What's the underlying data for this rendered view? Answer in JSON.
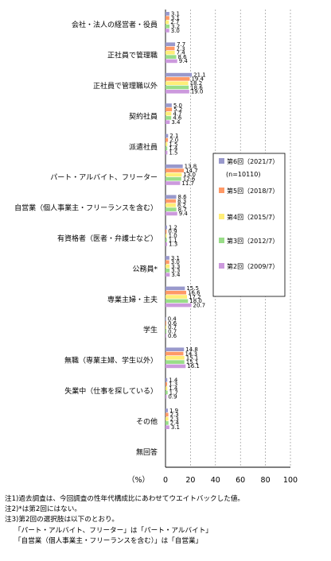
{
  "chart_data": {
    "type": "bar",
    "orientation": "horizontal",
    "categories": [
      "会社・法人の経営者・役員",
      "正社員で管理職",
      "正社員で管理職以外",
      "契約社員",
      "派遣社員",
      "パート・アルバイト、フリーター",
      "自営業（個人事業主・フリーランスを含む）",
      "有資格者（医者・弁護士など）",
      "公務員*",
      "専業主婦・主夫",
      "学生",
      "無職（専業主婦、学生以外）",
      "失業中（仕事を探している）",
      "その他",
      "無回答"
    ],
    "series": [
      {
        "name": "第6回（2021/7）",
        "color": "#9999cc",
        "values": [
          3.1,
          7.7,
          21.1,
          5.0,
          2.1,
          13.8,
          8.6,
          1.2,
          3.1,
          15.5,
          0.4,
          14.8,
          1.4,
          1.9,
          null
        ],
        "labels": [
          "3.1",
          "7.7",
          "21.1",
          "5.0",
          "2.1",
          "13.8",
          "8.6",
          "1.2",
          "3.1",
          "15.5",
          "0.4",
          "14.8",
          "1.4",
          "1.9",
          ""
        ]
      },
      {
        "name": "第5回（2018/7）",
        "color": "#ff9966",
        "values": [
          3.1,
          7.3,
          19.4,
          5.2,
          2.0,
          14.7,
          8.3,
          0.9,
          3.0,
          16.6,
          0.6,
          14.3,
          1.3,
          2.3,
          null
        ],
        "labels": [
          "3.1",
          "7.3",
          "19.4",
          "5.2",
          "2.0",
          "14.7",
          "8.3",
          "0.9",
          "3.0",
          "16.6",
          "0.6",
          "14.3",
          "1.3",
          "2.3",
          ""
        ]
      },
      {
        "name": "第4回（2015/7）",
        "color": "#ffee77",
        "values": [
          2.7,
          7.4,
          18.2,
          4.7,
          1.5,
          13.0,
          8.2,
          1.0,
          3.3,
          17.2,
          0.7,
          15.1,
          1.4,
          2.3,
          null
        ],
        "labels": [
          "2.7",
          "7.4",
          "18.2",
          "4.7",
          "1.5",
          "13.0",
          "8.2",
          "1.0",
          "3.3",
          "17.2",
          "0.7",
          "15.1",
          "1.4",
          "2.3",
          ""
        ]
      },
      {
        "name": "第3回（2012/7）",
        "color": "#99dd88",
        "values": [
          3.2,
          8.6,
          18.6,
          4.6,
          1.4,
          12.6,
          8.7,
          1.1,
          3.3,
          18.0,
          0.7,
          15.1,
          1.7,
          2.4,
          null
        ],
        "labels": [
          "3.2",
          "8.6",
          "18.6",
          "4.6",
          "1.4",
          "12.6",
          "8.7",
          "1.1",
          "3.3",
          "18.0",
          "0.7",
          "15.1",
          "1.7",
          "2.4",
          ""
        ]
      },
      {
        "name": "第2回（2009/7）",
        "color": "#cc99dd",
        "values": [
          3.0,
          9.4,
          19.0,
          3.4,
          1.5,
          11.7,
          9.4,
          1.3,
          3.4,
          20.7,
          0.6,
          16.1,
          0.9,
          3.1,
          null
        ],
        "labels": [
          "3.0",
          "9.4",
          "19.0",
          "3.4",
          "1.5",
          "11.7",
          "9.4",
          "1.3",
          "3.4",
          "20.7",
          "0.6",
          "16.1",
          "0.9",
          "3.1",
          ""
        ]
      }
    ],
    "legend_note": "(n=10110)",
    "legend_position": "right",
    "unit_label": "（%）",
    "xlim": [
      0,
      100
    ],
    "xticks": [
      0,
      20,
      40,
      60,
      80,
      100
    ],
    "grid": true
  },
  "notes": [
    "注1)過去調査は、今回調査の性年代構成比にあわせてウエイトバックした値。",
    "注2)*は第2回にはない。",
    "注3)第2回の選択肢は以下のとおり。",
    "「パート・アルバイト、フリーター」は「パート・アルバイト」",
    "「自営業（個人事業主・フリーランスを含む）」は「自営業」"
  ]
}
